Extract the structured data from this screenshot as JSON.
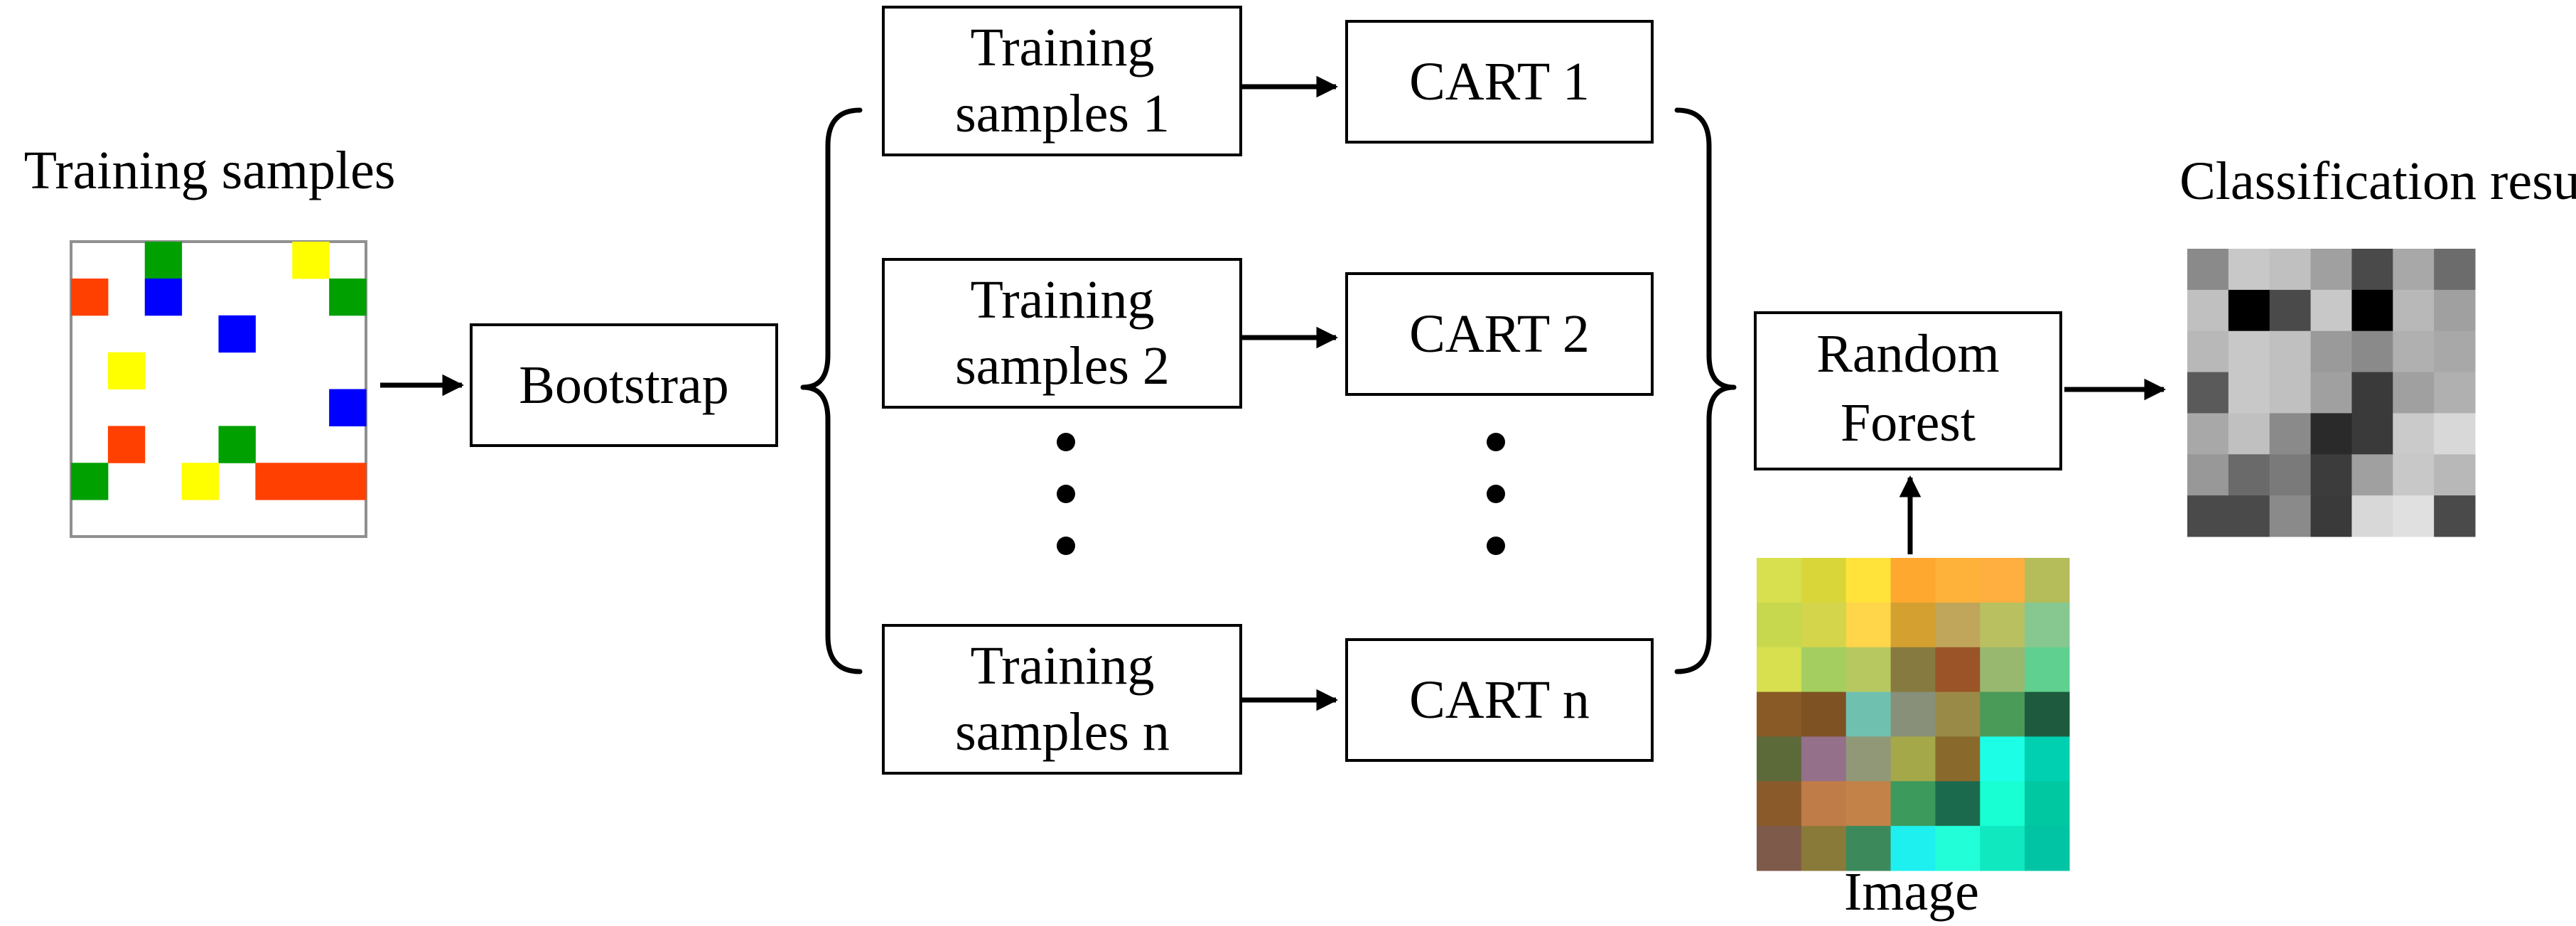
{
  "labels": {
    "training_samples": "Training samples",
    "bootstrap": "Bootstrap",
    "subset1_line1": "Training",
    "subset1_line2": "samples 1",
    "subset2_line1": "Training",
    "subset2_line2": "samples 2",
    "subsetn_line1": "Training",
    "subsetn_line2": "samples n",
    "cart1": "CART 1",
    "cart2": "CART 2",
    "cartn": "CART n",
    "rf_line1": "Random",
    "rf_line2": "Forest",
    "image": "Image",
    "classification_result": "Classification result"
  },
  "training_grid": {
    "cols": 8,
    "rows": 8,
    "background": "#ffffff",
    "cells": [
      [
        2,
        0,
        "#00a000"
      ],
      [
        6,
        0,
        "#ffff00"
      ],
      [
        0,
        1,
        "#ff4000"
      ],
      [
        2,
        1,
        "#0000ff"
      ],
      [
        7,
        1,
        "#00a000"
      ],
      [
        4,
        2,
        "#0000ff"
      ],
      [
        1,
        3,
        "#ffff00"
      ],
      [
        7,
        4,
        "#0000ff"
      ],
      [
        1,
        5,
        "#ff4000"
      ],
      [
        4,
        5,
        "#00a000"
      ],
      [
        0,
        6,
        "#00a000"
      ],
      [
        3,
        6,
        "#ffff00"
      ],
      [
        5,
        6,
        "#ff4000"
      ],
      [
        6,
        6,
        "#ff4000"
      ],
      [
        7,
        6,
        "#ff4000"
      ]
    ]
  },
  "image_grid": {
    "cols": 7,
    "rows": 7,
    "colors": [
      [
        "#d8e050",
        "#d9d63a",
        "#ffe33a",
        "#ffa830",
        "#ffb23a",
        "#ffae40",
        "#b4bd5a"
      ],
      [
        "#c8d84e",
        "#d4d54a",
        "#ffd54a",
        "#d4a030",
        "#bfa65a",
        "#b8c060",
        "#86c890"
      ],
      [
        "#d8e050",
        "#a4cf60",
        "#b8c860",
        "#867a40",
        "#9a5428",
        "#98b870",
        "#5fd08f"
      ],
      [
        "#8a5a26",
        "#7e5222",
        "#70c0b0",
        "#88907a",
        "#9a8a48",
        "#4a9a58",
        "#1e5a3e"
      ],
      [
        "#5c6a3a",
        "#94708a",
        "#909878",
        "#a4a848",
        "#8a6a2c",
        "#1cffe6",
        "#00d0b2"
      ],
      [
        "#8a5a2a",
        "#c07c48",
        "#c28248",
        "#3c9a5c",
        "#1c6a4e",
        "#18ffd4",
        "#00c8a0"
      ],
      [
        "#7e5a4a",
        "#8a7a3a",
        "#3c8a5c",
        "#1ef0f0",
        "#22ffd8",
        "#10e8c0",
        "#00c4a4"
      ]
    ]
  },
  "result_grid": {
    "cols": 7,
    "rows": 7,
    "colors": [
      [
        "#8a8a8a",
        "#c8c8c8",
        "#c0c0c0",
        "#a0a0a0",
        "#4a4a4a",
        "#a8a8a8",
        "#6c6c6c"
      ],
      [
        "#c0c0c0",
        "#000000",
        "#4a4a4a",
        "#c8c8c8",
        "#000000",
        "#b8b8b8",
        "#a0a0a0"
      ],
      [
        "#b8b8b8",
        "#c8c8c8",
        "#c0c0c0",
        "#9a9a9a",
        "#8a8a8a",
        "#b0b0b0",
        "#a8a8a8"
      ],
      [
        "#5a5a5a",
        "#c8c8c8",
        "#c0c0c0",
        "#a0a0a0",
        "#3a3a3a",
        "#a0a0a0",
        "#b0b0b0"
      ],
      [
        "#a8a8a8",
        "#c0c0c0",
        "#8a8a8a",
        "#2a2a2a",
        "#3a3a3a",
        "#cacaca",
        "#d8d8d8"
      ],
      [
        "#989898",
        "#6a6a6a",
        "#7a7a7a",
        "#3c3c3c",
        "#a0a0a0",
        "#c8c8c8",
        "#b8b8b8"
      ],
      [
        "#4a4a4a",
        "#4a4a4a",
        "#8a8a8a",
        "#3a3a3a",
        "#d8d8d8",
        "#e0e0e0",
        "#4a4a4a"
      ]
    ]
  }
}
